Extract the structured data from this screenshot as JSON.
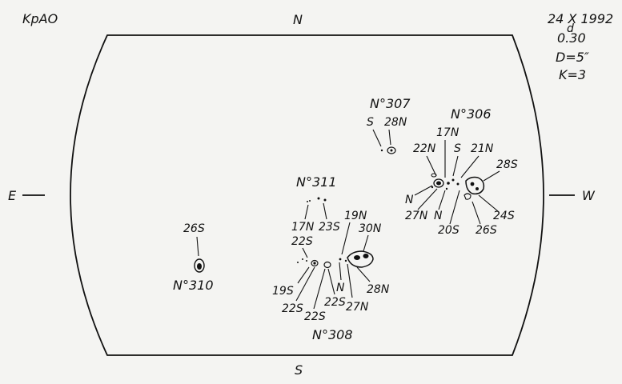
{
  "observatory": "KpAO",
  "observation": {
    "date": "24 X 1992",
    "time": "0.30",
    "time_superscript": "d",
    "diameter": "D=5″",
    "k": "K=3"
  },
  "directions": {
    "north": "N",
    "south": "S",
    "east": "E",
    "west": "W"
  },
  "groups": {
    "g306": {
      "title": "N°306",
      "labels": [
        "17N",
        "22N",
        "S",
        "21N",
        "28S",
        "N",
        "27N",
        "N",
        "20S",
        "26S",
        "24S"
      ]
    },
    "g307": {
      "title": "N°307",
      "labels": [
        "S",
        "28N"
      ]
    },
    "g308": {
      "title": "N°308",
      "labels": [
        "19S",
        "22S",
        "22S",
        "N",
        "22S",
        "27N",
        "28N"
      ]
    },
    "g310": {
      "title": "N°310",
      "labels": [
        "26S"
      ]
    },
    "g311": {
      "title": "N°311",
      "labels": [
        "17N",
        "23S",
        "22S",
        "19N",
        "30N"
      ]
    }
  }
}
